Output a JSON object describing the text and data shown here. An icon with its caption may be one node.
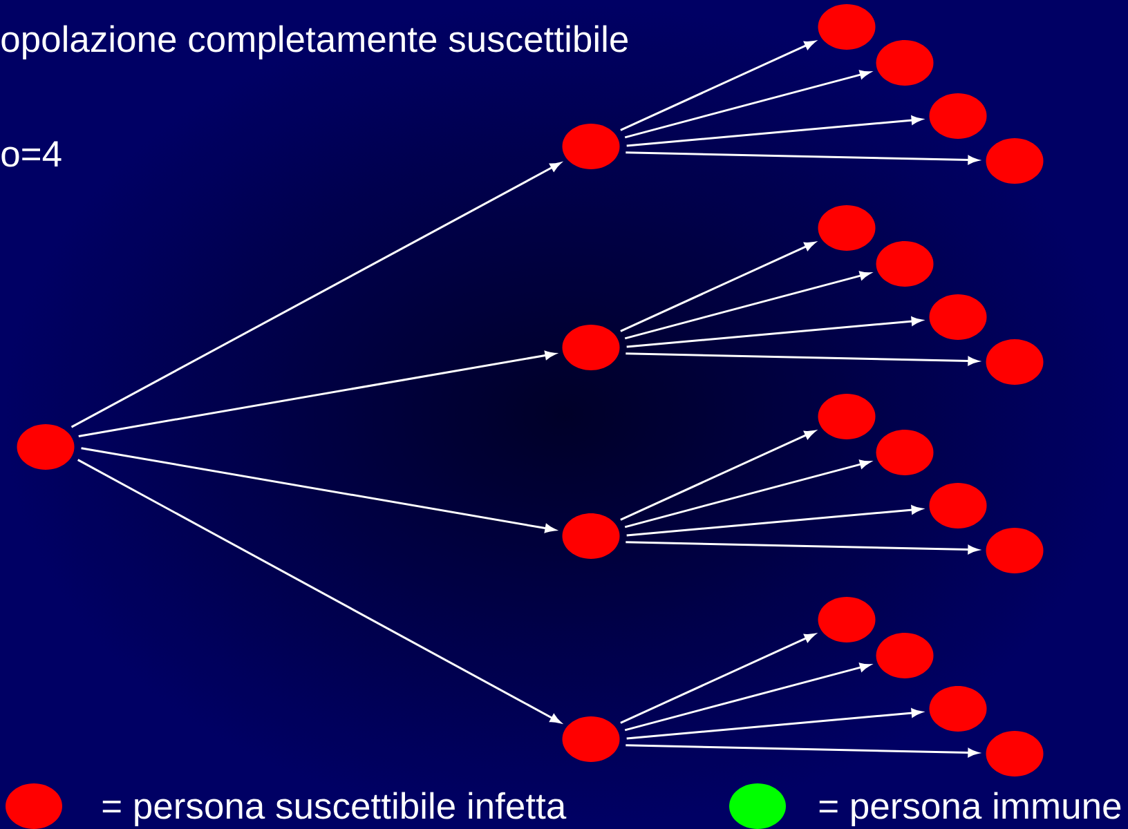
{
  "diagram": {
    "title": "opolazione completamente suscettibile",
    "nodes": [
      {
        "text": [],
        "shape": "circle"
      },
      {
        "text": [],
        "shape": "circle"
      },
      {
        "text": [],
        "shape": "circle"
      },
      {
        "text": [],
        "shape": "circle"
      },
      {
        "text": [],
        "shape": "circle"
      },
      {
        "text": [],
        "shape": "circle"
      },
      {
        "text": [],
        "shape": "circle"
      },
      {
        "text": [],
        "shape": "circle"
      },
      {
        "text": [],
        "shape": "circle"
      },
      {
        "text": [],
        "shape": "circle"
      },
      {
        "text": [],
        "shape": "circle"
      },
      {
        "text": [],
        "shape": "circle"
      },
      {
        "text": [],
        "shape": "circle"
      },
      {
        "text": [],
        "shape": "circle"
      },
      {
        "text": [],
        "shape": "circle"
      },
      {
        "text": [],
        "shape": "circle"
      },
      {
        "text": [],
        "shape": "circle"
      },
      {
        "text": [],
        "shape": "circle"
      },
      {
        "text": [],
        "shape": "circle"
      },
      {
        "text": [],
        "shape": "circle"
      },
      {
        "text": [],
        "shape": "circle"
      }
    ],
    "edges": [
      {
        "from": 0,
        "to": 1,
        "arrow": "to"
      },
      {
        "from": 0,
        "to": 2,
        "arrow": "to"
      },
      {
        "from": 0,
        "to": 3,
        "arrow": "to"
      },
      {
        "from": 0,
        "to": 4,
        "arrow": "to"
      },
      {
        "from": 1,
        "to": 5,
        "arrow": "to"
      },
      {
        "from": 1,
        "to": 6,
        "arrow": "to"
      },
      {
        "from": 1,
        "to": 7,
        "arrow": "to"
      },
      {
        "from": 1,
        "to": 8,
        "arrow": "to"
      },
      {
        "from": 2,
        "to": 9,
        "arrow": "to"
      },
      {
        "from": 2,
        "to": 10,
        "arrow": "to"
      },
      {
        "from": 2,
        "to": 11,
        "arrow": "to"
      },
      {
        "from": 2,
        "to": 12,
        "arrow": "to"
      },
      {
        "from": 3,
        "to": 13,
        "arrow": "to"
      },
      {
        "from": 3,
        "to": 14,
        "arrow": "to"
      },
      {
        "from": 3,
        "to": 15,
        "arrow": "to"
      },
      {
        "from": 3,
        "to": 16,
        "arrow": "to"
      },
      {
        "from": 4,
        "to": 17,
        "arrow": "to"
      },
      {
        "from": 4,
        "to": 18,
        "arrow": "to"
      },
      {
        "from": 4,
        "to": 19,
        "arrow": "to"
      },
      {
        "from": 4,
        "to": 20,
        "arrow": "to"
      }
    ],
    "labels": [
      "o=4"
    ],
    "legend": [
      {
        "text": "= persona suscettibile infetta",
        "color": "#ff0000"
      },
      {
        "text": "= persona immune",
        "color": "#00ff00"
      }
    ]
  }
}
